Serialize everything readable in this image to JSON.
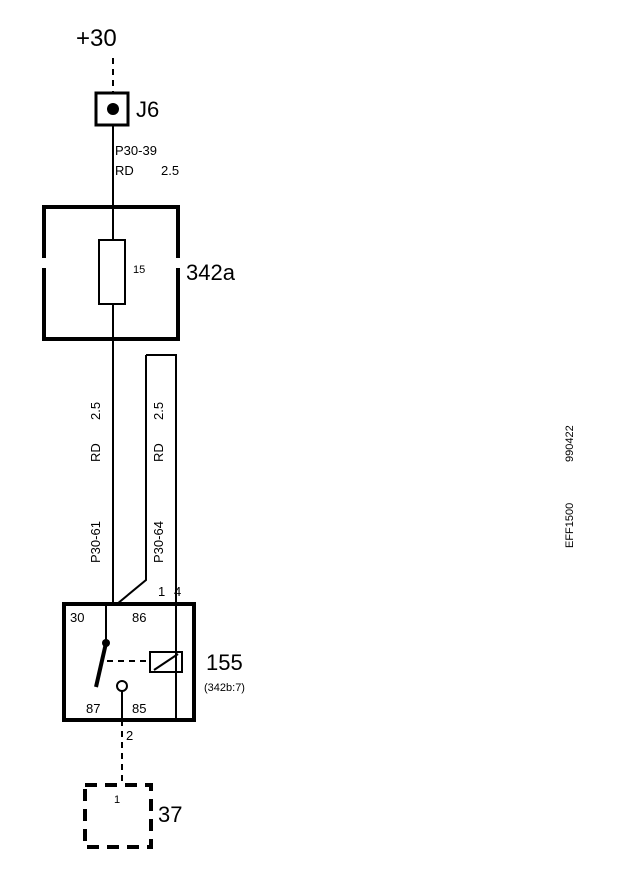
{
  "supply": {
    "label": "+30"
  },
  "junction": {
    "label": "J6"
  },
  "wire_top": {
    "code": "P30-39",
    "color": "RD",
    "size": "2.5"
  },
  "fuse_box": {
    "id": "342a",
    "fuse_number": "15"
  },
  "wire_left": {
    "size": "2.5",
    "color": "RD",
    "code": "P30-61"
  },
  "wire_right": {
    "size": "2.5",
    "color": "RD",
    "code": "P30-64"
  },
  "relay": {
    "id": "155",
    "ref": "(342b:7)",
    "pin_30": "30",
    "pin_86": "86",
    "pin_87": "87",
    "pin_85": "85",
    "conn_1": "1",
    "conn_4": "4",
    "conn_2": "2"
  },
  "ground_connector": {
    "id": "37",
    "pin": "1"
  },
  "doc_codes": {
    "ref": "EFF1500",
    "date": "990422"
  }
}
